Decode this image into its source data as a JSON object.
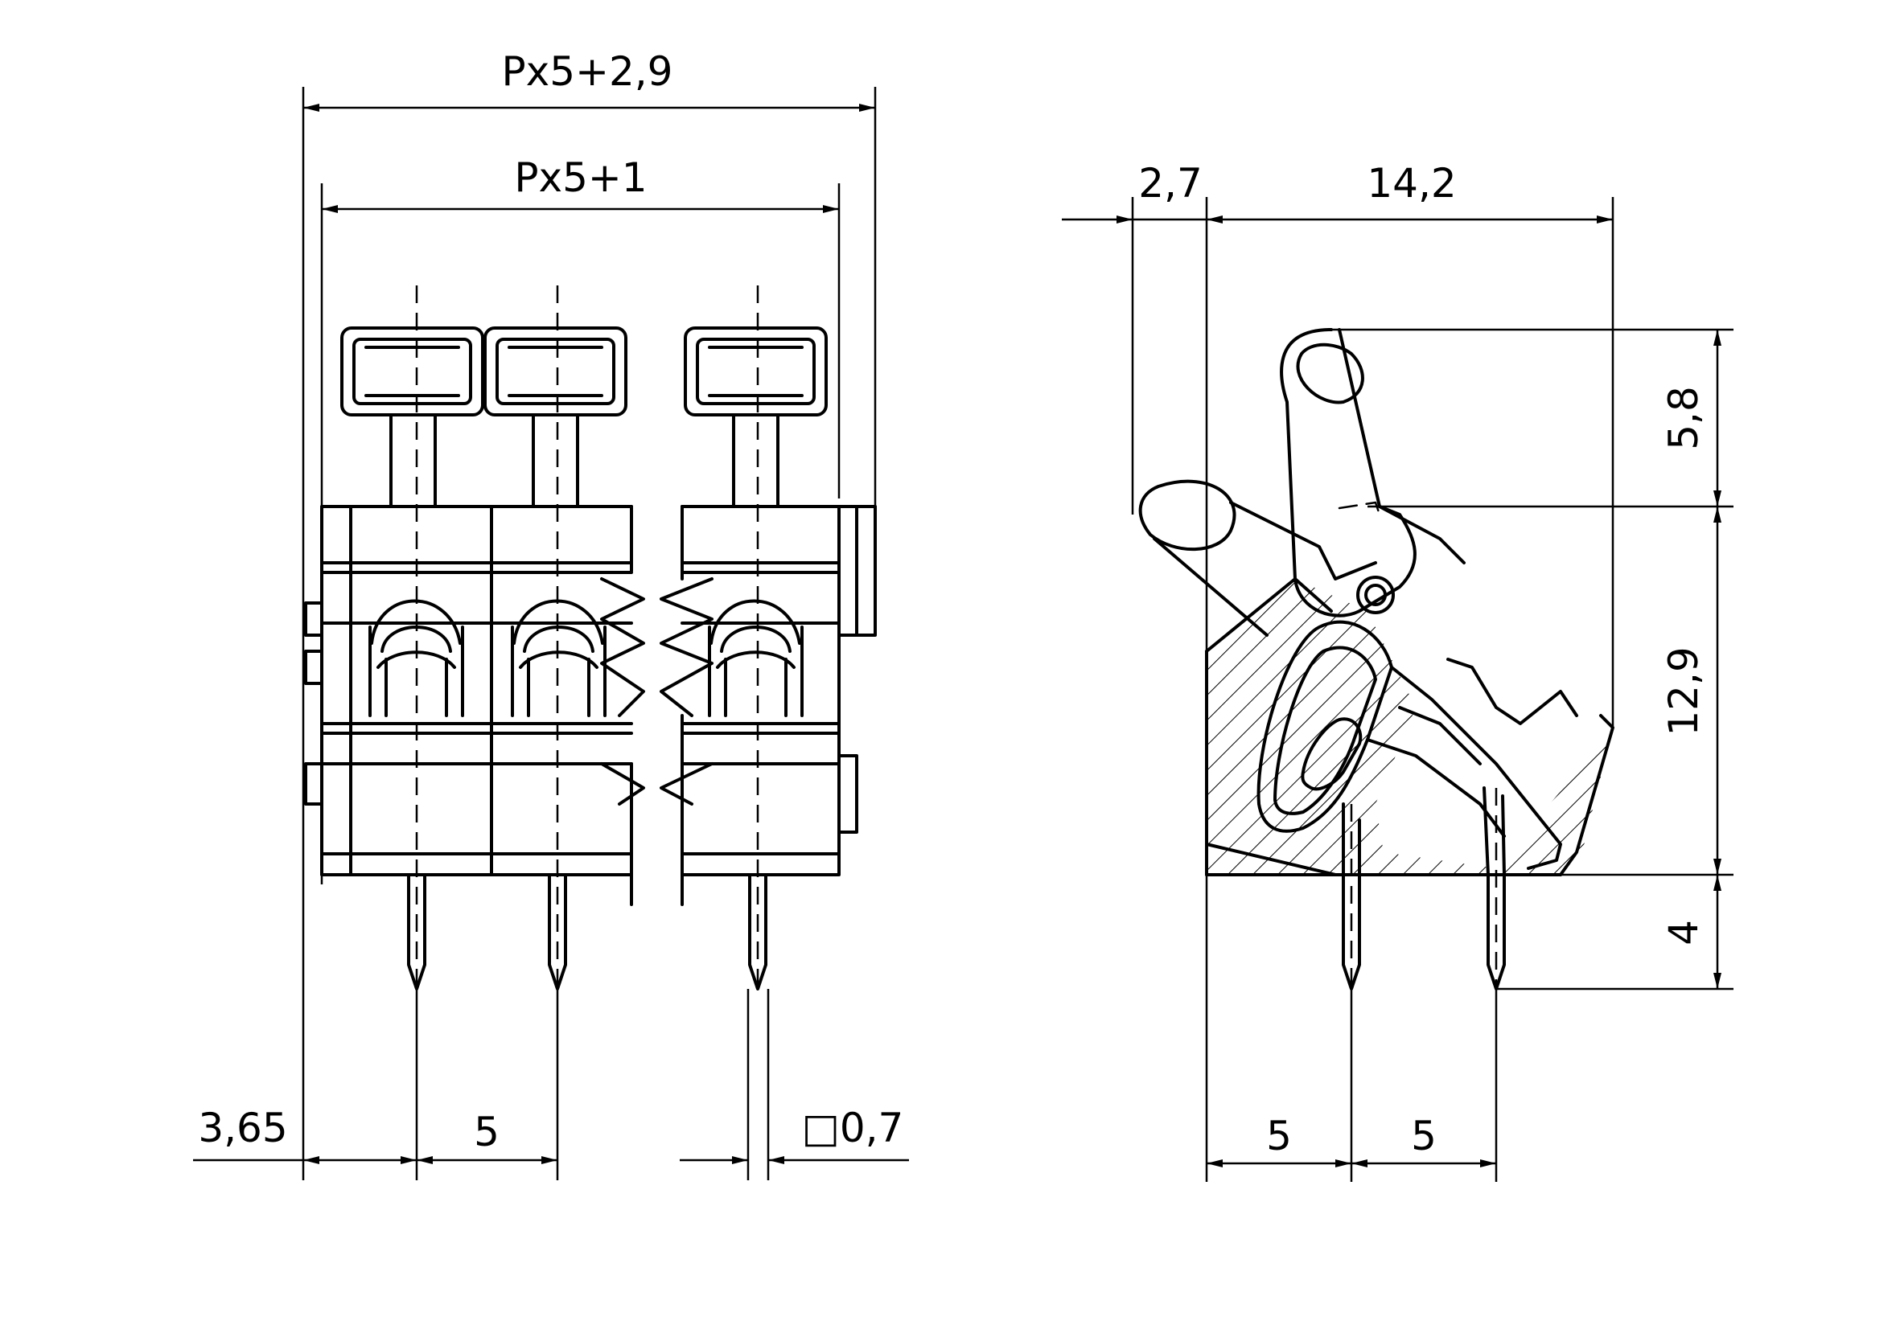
{
  "front_view": {
    "dim_overall": "Px5+2,9",
    "dim_inner": "Px5+1",
    "dim_offset": "3,65",
    "dim_pitch": "5",
    "dim_pin": "□0,7"
  },
  "side_view": {
    "dim_back": "2,7",
    "dim_depth": "14,2",
    "dim_lever": "5,8",
    "dim_body": "12,9",
    "dim_pin_len": "4",
    "dim_pitch_1": "5",
    "dim_pitch_2": "5"
  }
}
